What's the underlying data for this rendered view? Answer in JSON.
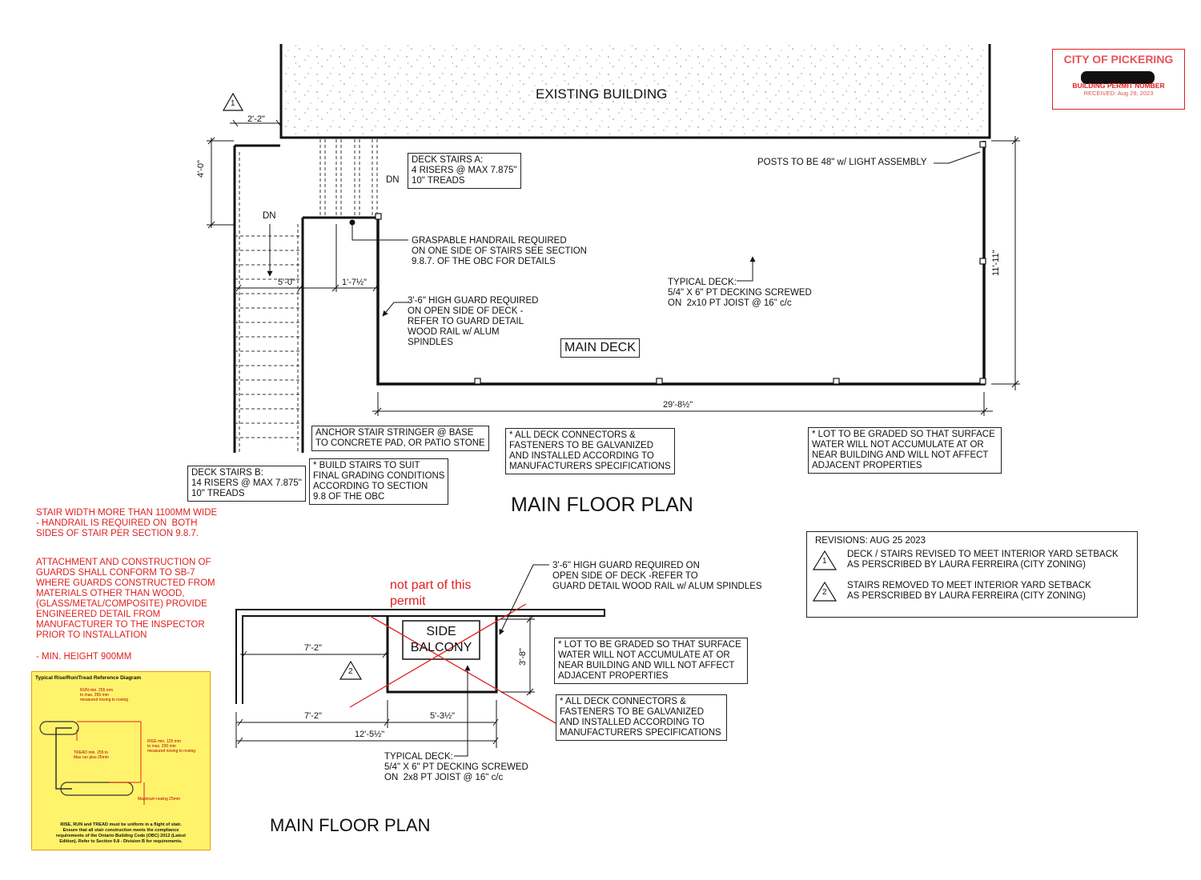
{
  "stamp": {
    "city": "CITY OF PICKERING",
    "permit_label": "BUILDING PERMIT NUMBER",
    "received": "RECEIVED:  Aug 29, 2023"
  },
  "plan_top": {
    "existing_building": "EXISTING BUILDING",
    "dim_2_2": "2'-2\"",
    "dim_4_0": "4'-0\"",
    "dim_5_0": "5'-0\"",
    "dim_1_7": "1'-7½\"",
    "dim_29_8": "29'-8½\"",
    "dim_11_11": "11'-11\"",
    "dn_1": "DN",
    "dn_2": "DN",
    "rev_marker": "1",
    "deck_stairs_a": "DECK STAIRS A:\n4 RISERS @ MAX 7.875\"\n10\" TREADS",
    "posts_note": "POSTS TO BE 48\" w/ LIGHT ASSEMBLY",
    "handrail_note": "GRASPABLE HANDRAIL REQUIRED\nON ONE SIDE OF STAIRS SEE SECTION\n9.8.7. OF THE OBC FOR DETAILS",
    "typical_deck": "TYPICAL DECK:\n5/4\" X 6\" PT DECKING SCREWED\nON  2x10 PT JOIST @ 16\" c/c",
    "guard_note": "3'-6\" HIGH GUARD REQUIRED\nON OPEN SIDE OF DECK -\nREFER TO GUARD DETAIL\nWOOD RAIL w/ ALUM\nSPINDLES",
    "main_deck": "MAIN DECK",
    "anchor_note": "ANCHOR STAIR STRINGER @ BASE\nTO CONCRETE PAD, OR PATIO STONE",
    "connectors_note": "* ALL DECK CONNECTORS &\nFASTENERS TO BE GALVANIZED\nAND INSTALLED ACCORDING TO\nMANUFACTURERS SPECIFICATIONS",
    "grading_note": "* LOT TO BE GRADED SO THAT SURFACE\nWATER WILL NOT ACCUMULATE AT OR\nNEAR BUILDING AND WILL NOT AFFECT\nADJACENT PROPERTIES",
    "deck_stairs_b": "DECK STAIRS B:\n14 RISERS @ MAX 7.875\"\n10\" TREADS",
    "build_stairs_note": "* BUILD STAIRS TO SUIT\nFINAL GRADING CONDITIONS\nACCORDING TO SECTION\n9.8 OF THE OBC",
    "title": "MAIN FLOOR PLAN"
  },
  "red_notes": {
    "stair_width": "STAIR WIDTH MORE THAN 1100MM WIDE\n- HANDRAIL IS REQUIRED ON  BOTH\nSIDES OF STAIR PER SECTION 9.8.7.",
    "guards": "ATTACHMENT AND CONSTRUCTION OF\nGUARDS SHALL CONFORM TO SB-7\nWHERE GUARDS CONSTRUCTED FROM\nMATERIALS OTHER THAN WOOD,\n(GLASS/METAL/COMPOSITE) PROVIDE\nENGINEERED DETAIL FROM\nMANUFACTURER TO THE INSPECTOR\nPRIOR TO INSTALLATION",
    "min_height": "- MIN. HEIGHT 900MM"
  },
  "revisions": {
    "heading": "REVISIONS: AUG 25 2023",
    "items": [
      {
        "marker": "1",
        "text": "DECK / STAIRS REVISED TO MEET INTERIOR YARD SETBACK\nAS PERSCRIBED BY LAURA FERREIRA (CITY ZONING)"
      },
      {
        "marker": "2",
        "text": "STAIRS REMOVED TO MEET INTERIOR YARD SETBACK\nAS PERSCRIBED BY LAURA FERREIRA (CITY ZONING)"
      }
    ]
  },
  "plan_bottom": {
    "not_part": "not part of this\npermit",
    "guard_note": "3'-6\" HIGH GUARD REQUIRED ON\nOPEN SIDE OF DECK -REFER TO\nGUARD DETAIL WOOD RAIL w/ ALUM SPINDLES",
    "side_balcony": "SIDE\nBALCONY",
    "dim_7_2_top": "7'-2\"",
    "dim_7_2_bottom": "7'-2\"",
    "dim_5_3": "5'-3½\"",
    "dim_12_5": "12'-5½\"",
    "dim_3_8": "3'-8\"",
    "rev_marker": "2",
    "grading_note": "* LOT TO BE GRADED SO THAT SURFACE\nWATER WILL NOT ACCUMULATE AT OR\nNEAR BUILDING AND WILL NOT AFFECT\nADJACENT PROPERTIES",
    "connectors_note": "* ALL DECK CONNECTORS &\nFASTENERS TO BE GALVANIZED\nAND INSTALLED ACCORDING TO\nMANUFACTURERS SPECIFICATIONS",
    "typical_deck": "TYPICAL DECK:\n5/4\" X 6\" PT DECKING SCREWED\nON  2x8 PT JOIST @ 16\" c/c",
    "title": "MAIN FLOOR PLAN"
  },
  "reference_diagram": {
    "heading": "Typical Rise/Run/Tread Reference Diagram",
    "run": "RUN min. 255 mm\nto max. 355 mm\nmeasured nosing to nosing",
    "rise": "RISE min. 125 mm\nto max. 200 mm\nmeasured nosing to nosing",
    "tread": "TREAD min. 255 to\nMax run plus 25mm",
    "nosing": "Maximum nosing 25mm",
    "footer": "RISE, RUN and TREAD must be uniform in a flight of stair.\nEnsure that all stair construction meets the compliance\nrequirements of the Ontario Building Code (OBC) 2012 (Latest\nEdition). Refer to Section 9.8 - Division B for requirements.",
    "bg_color": "#fff36b"
  }
}
